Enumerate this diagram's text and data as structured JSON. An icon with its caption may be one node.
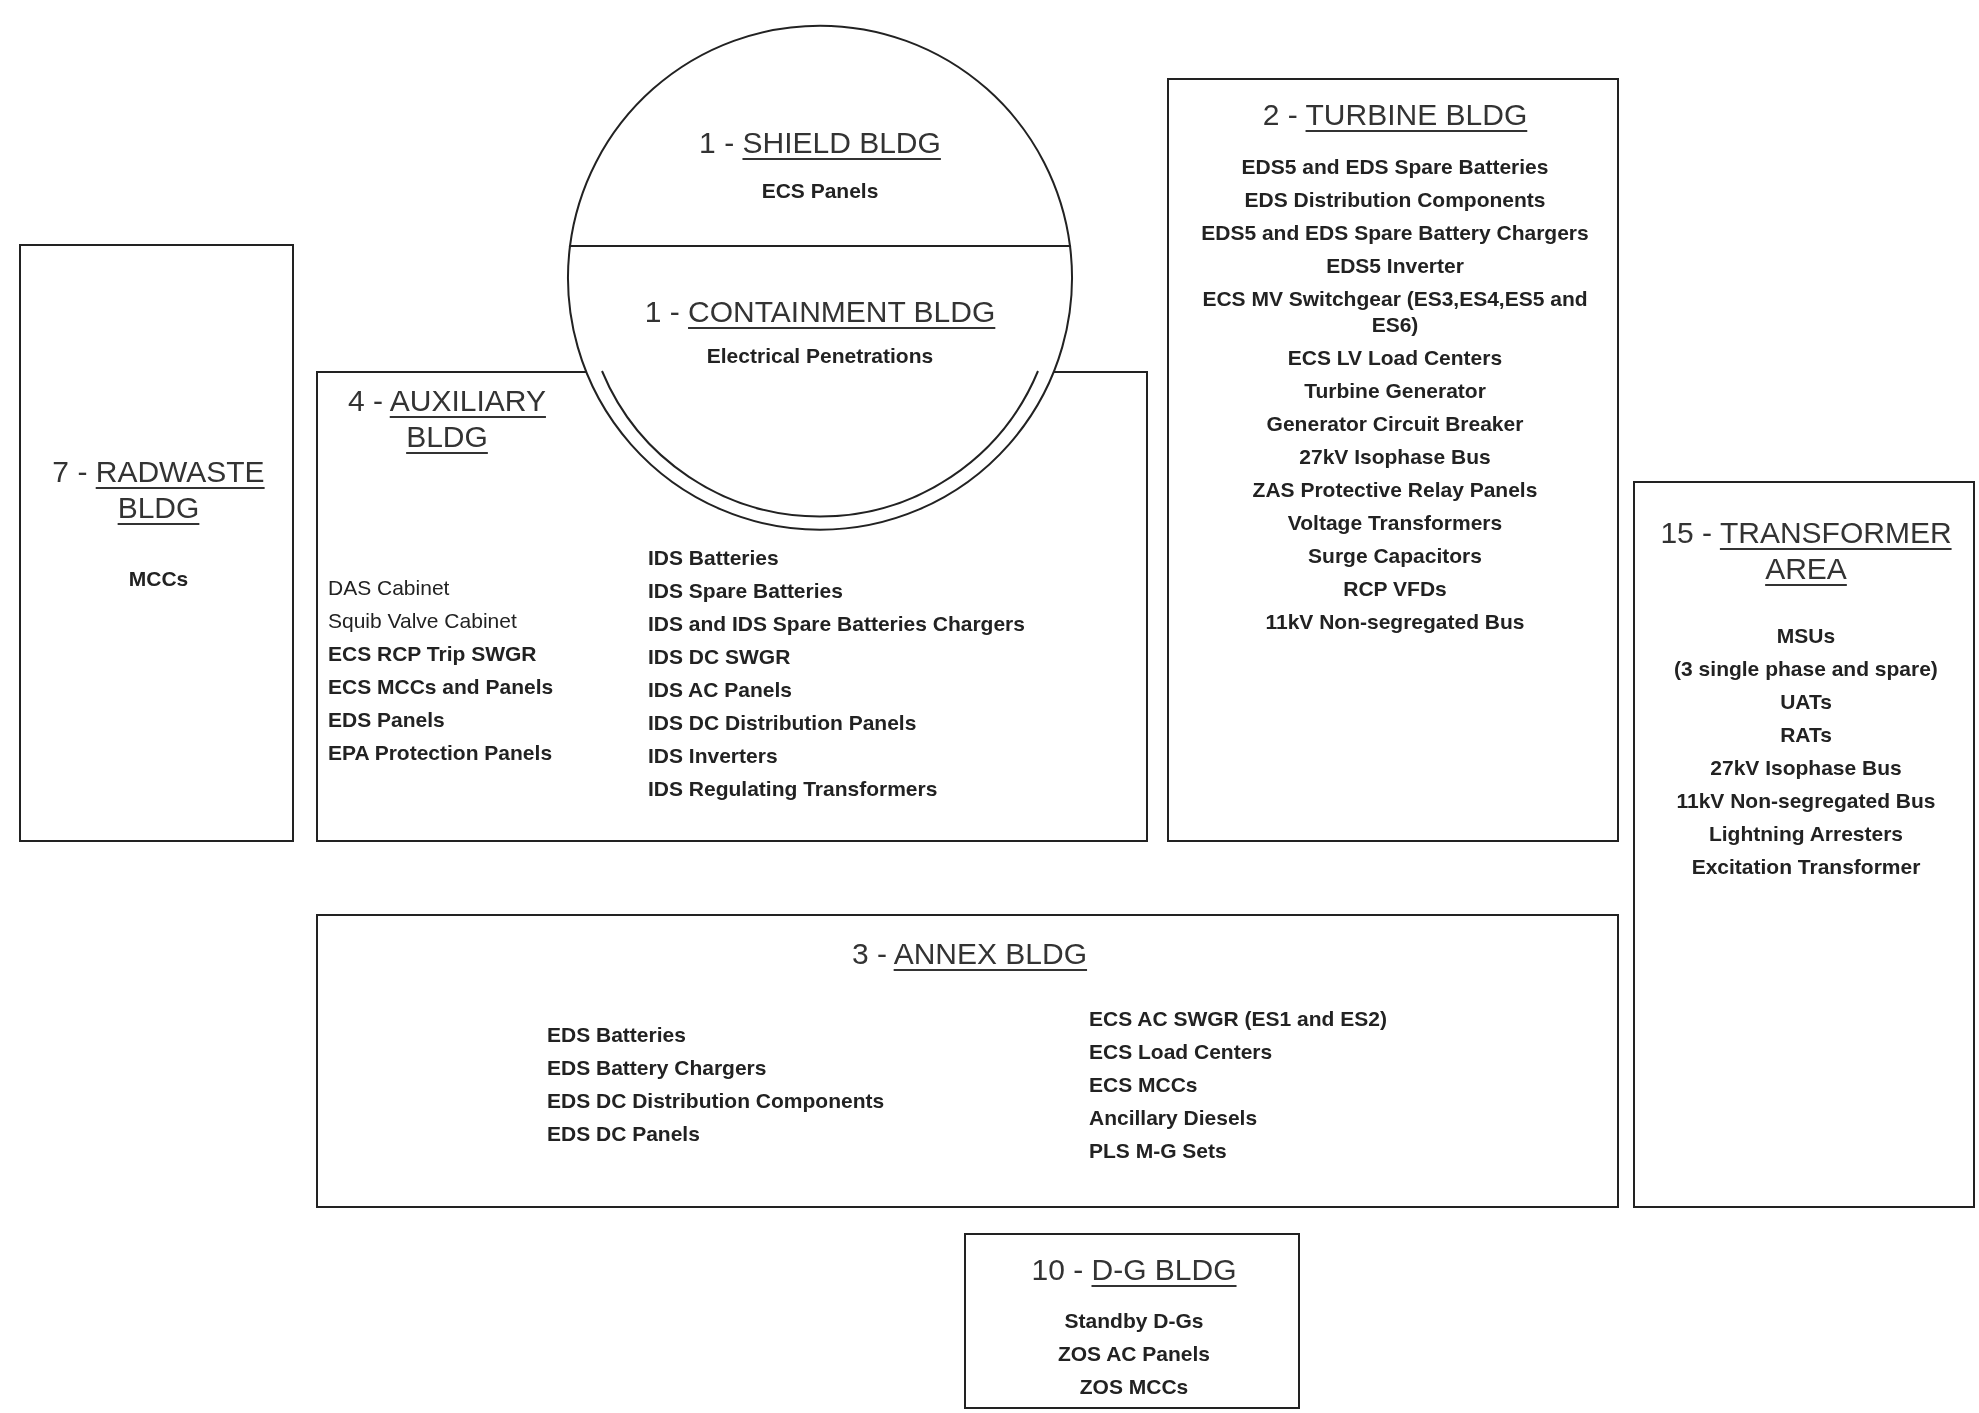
{
  "diagram": {
    "nodes": [
      {
        "text": [
          "1 - SHIELD BLDG",
          "ECS Panels"
        ]
      },
      {
        "text": [
          "1 - CONTAINMENT BLDG",
          "Electrical Penetrations"
        ]
      },
      {
        "text": [
          "2 - TURBINE BLDG",
          "EDS5 and EDS Spare Batteries",
          "EDS Distribution Components",
          "EDS5 and EDS Spare Battery Chargers",
          "EDS5 Inverter",
          "ECS MV Switchgear (ES3,ES4,ES5 and ES6)",
          "ECS LV Load Centers",
          "Turbine Generator",
          "Generator Circuit Breaker",
          "27kV Isophase Bus",
          "ZAS Protective Relay Panels",
          "Voltage Transformers",
          "Surge Capacitors",
          "RCP VFDs",
          "11kV Non-segregated Bus"
        ]
      },
      {
        "text": [
          "7 - RADWASTE BLDG",
          "MCCs"
        ]
      },
      {
        "text": [
          "4 - AUXILIARY BLDG",
          "DAS Cabinet",
          "Squib Valve Cabinet",
          "ECS RCP Trip SWGR",
          "ECS MCCs and Panels",
          "EDS Panels",
          "EPA Protection Panels",
          "IDS Batteries",
          "IDS Spare Batteries",
          "IDS and IDS Spare Batteries Chargers",
          "IDS DC SWGR",
          "IDS AC Panels",
          "IDS DC Distribution Panels",
          "IDS Inverters",
          "IDS Regulating Transformers"
        ]
      },
      {
        "text": [
          "15 - TRANSFORMER AREA",
          "MSUs",
          "(3 single phase and spare)",
          "UATs",
          "RATs",
          "27kV Isophase Bus",
          "11kV Non-segregated Bus",
          "Lightning Arresters",
          "Excitation Transformer"
        ]
      },
      {
        "text": [
          "3 - ANNEX BLDG",
          "EDS Batteries",
          "EDS Battery Chargers",
          "EDS DC Distribution Components",
          "EDS DC Panels",
          "ECS AC SWGR (ES1 and ES2)",
          "ECS Load Centers",
          "ECS MCCs",
          "Ancillary Diesels",
          "PLS M-G Sets"
        ]
      },
      {
        "text": [
          "10 - D-G BLDG",
          "Standby D-Gs",
          "ZOS AC Panels",
          "ZOS MCCs"
        ]
      }
    ]
  }
}
